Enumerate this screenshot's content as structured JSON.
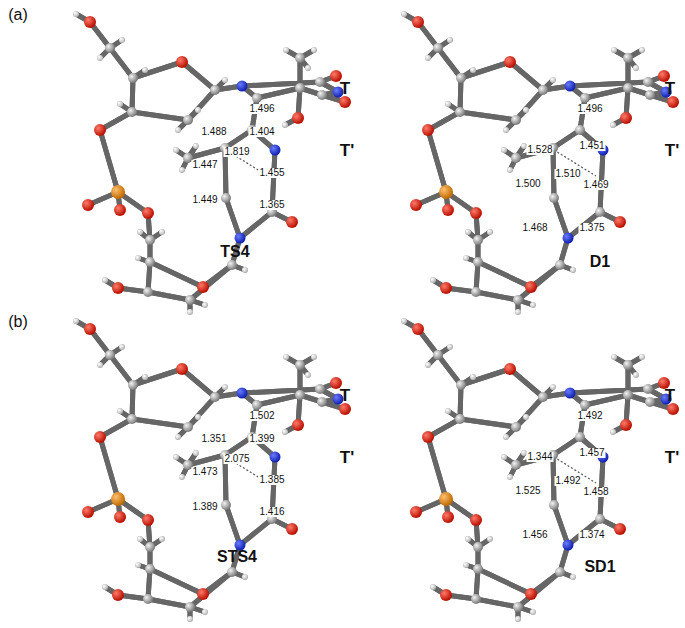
{
  "diagram": {
    "labels": [
      "(a)",
      "1.496",
      "1.488",
      "1.404",
      "1.819",
      "1.447",
      "1.455",
      "1.449",
      "1.365",
      "T",
      "T'",
      "TS4",
      "1.496",
      "1.528",
      "1.451",
      "1.510",
      "1.500",
      "1.469",
      "1.468",
      "1.375",
      "T",
      "T'",
      "D1",
      "(b)",
      "1.502",
      "1.351",
      "1.399",
      "2.075",
      "1.473",
      "1.385",
      "1.389",
      "1.416",
      "T",
      "T'",
      "STS4",
      "1.492",
      "1.344",
      "1.457",
      "1.492",
      "1.525",
      "1.458",
      "1.456",
      "1.374",
      "T",
      "T'",
      "SD1"
    ]
  }
}
